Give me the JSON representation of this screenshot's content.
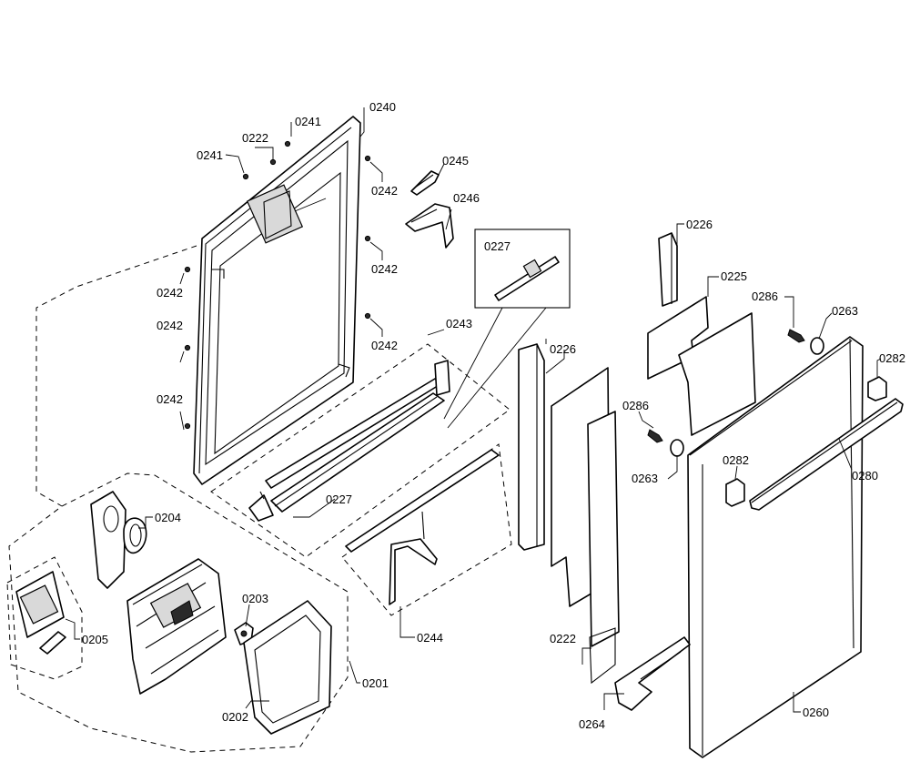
{
  "diagram": {
    "callouts": {
      "c0240": "0240",
      "c0241a": "0241",
      "c0241b": "0241",
      "c0222a": "0222",
      "c0242a": "0242",
      "c0242b": "0242",
      "c0242c": "0242",
      "c0242d": "0242",
      "c0242e": "0242",
      "c0242f": "0242",
      "c0245": "0245",
      "c0246": "0246",
      "c0227a": "0227",
      "c0243": "0243",
      "c0227b": "0227",
      "c0226a": "0226",
      "c0226b": "0226",
      "c0225": "0225",
      "c0286a": "0286",
      "c0263a": "0263",
      "c0282a": "0282",
      "c0286b": "0286",
      "c0263b": "0263",
      "c0282b": "0282",
      "c0280": "0280",
      "c0204": "0204",
      "c0205": "0205",
      "c0203": "0203",
      "c0244": "0244",
      "c0202": "0202",
      "c0201": "0201",
      "c0222b": "0222",
      "c0264": "0264",
      "c0260": "0260"
    }
  }
}
